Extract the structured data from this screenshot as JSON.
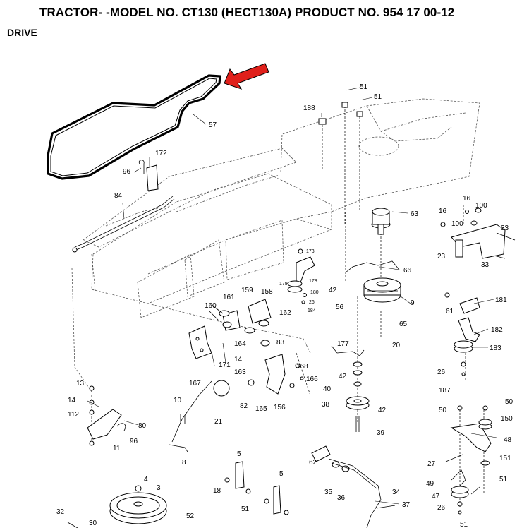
{
  "header": {
    "title": "TRACTOR- -MODEL NO. CT130 (HECT130A) PRODUCT NO. 954 17 00-12",
    "section": "DRIVE"
  },
  "colors": {
    "arrow": "#e0201b",
    "ink": "#000000"
  },
  "callouts": {
    "c57": "57",
    "c51a": "51",
    "c51b": "51",
    "c188": "188",
    "c172": "172",
    "c96a": "96",
    "c84": "84",
    "c63": "63",
    "c16a": "16",
    "c16b": "16",
    "c100a": "100",
    "c100b": "100",
    "c33a": "33",
    "c33b": "33",
    "c23": "23",
    "c66": "66",
    "c173": "173",
    "c178": "178",
    "c179": "179",
    "c180": "180",
    "c26a": "26",
    "c184": "184",
    "c42a": "42",
    "c56": "56",
    "c9": "9",
    "c61": "61",
    "c181": "181",
    "c161": "161",
    "c159": "159",
    "c158": "158",
    "c160": "160",
    "c162": "162",
    "c65": "65",
    "c182": "182",
    "c83": "83",
    "c164": "164",
    "c14a": "14",
    "c20": "20",
    "c177": "177",
    "c183": "183",
    "c171": "171",
    "c163": "163",
    "c168": "168",
    "c166": "166",
    "c42b": "42",
    "c167": "167",
    "c26b": "26",
    "c40": "40",
    "c187": "187",
    "c13": "13",
    "c14b": "14",
    "c112": "112",
    "c10": "10",
    "c82": "82",
    "c165": "165",
    "c156": "156",
    "c21": "21",
    "c38": "38",
    "c42c": "42",
    "c50a": "50",
    "c50b": "50",
    "c150": "150",
    "c80": "80",
    "c96b": "96",
    "c11": "11",
    "c39": "39",
    "c48": "48",
    "c8": "8",
    "c5a": "5",
    "c5b": "5",
    "c62": "62",
    "c27": "27",
    "c151": "151",
    "c4": "4",
    "c18": "18",
    "c35": "35",
    "c36": "36",
    "c34": "34",
    "c49": "49",
    "c51c": "51",
    "c3": "3",
    "c51d": "51",
    "c47": "47",
    "c37": "37",
    "c26c": "26",
    "c32": "32",
    "c52": "52",
    "c30": "30",
    "c51e": "51"
  }
}
